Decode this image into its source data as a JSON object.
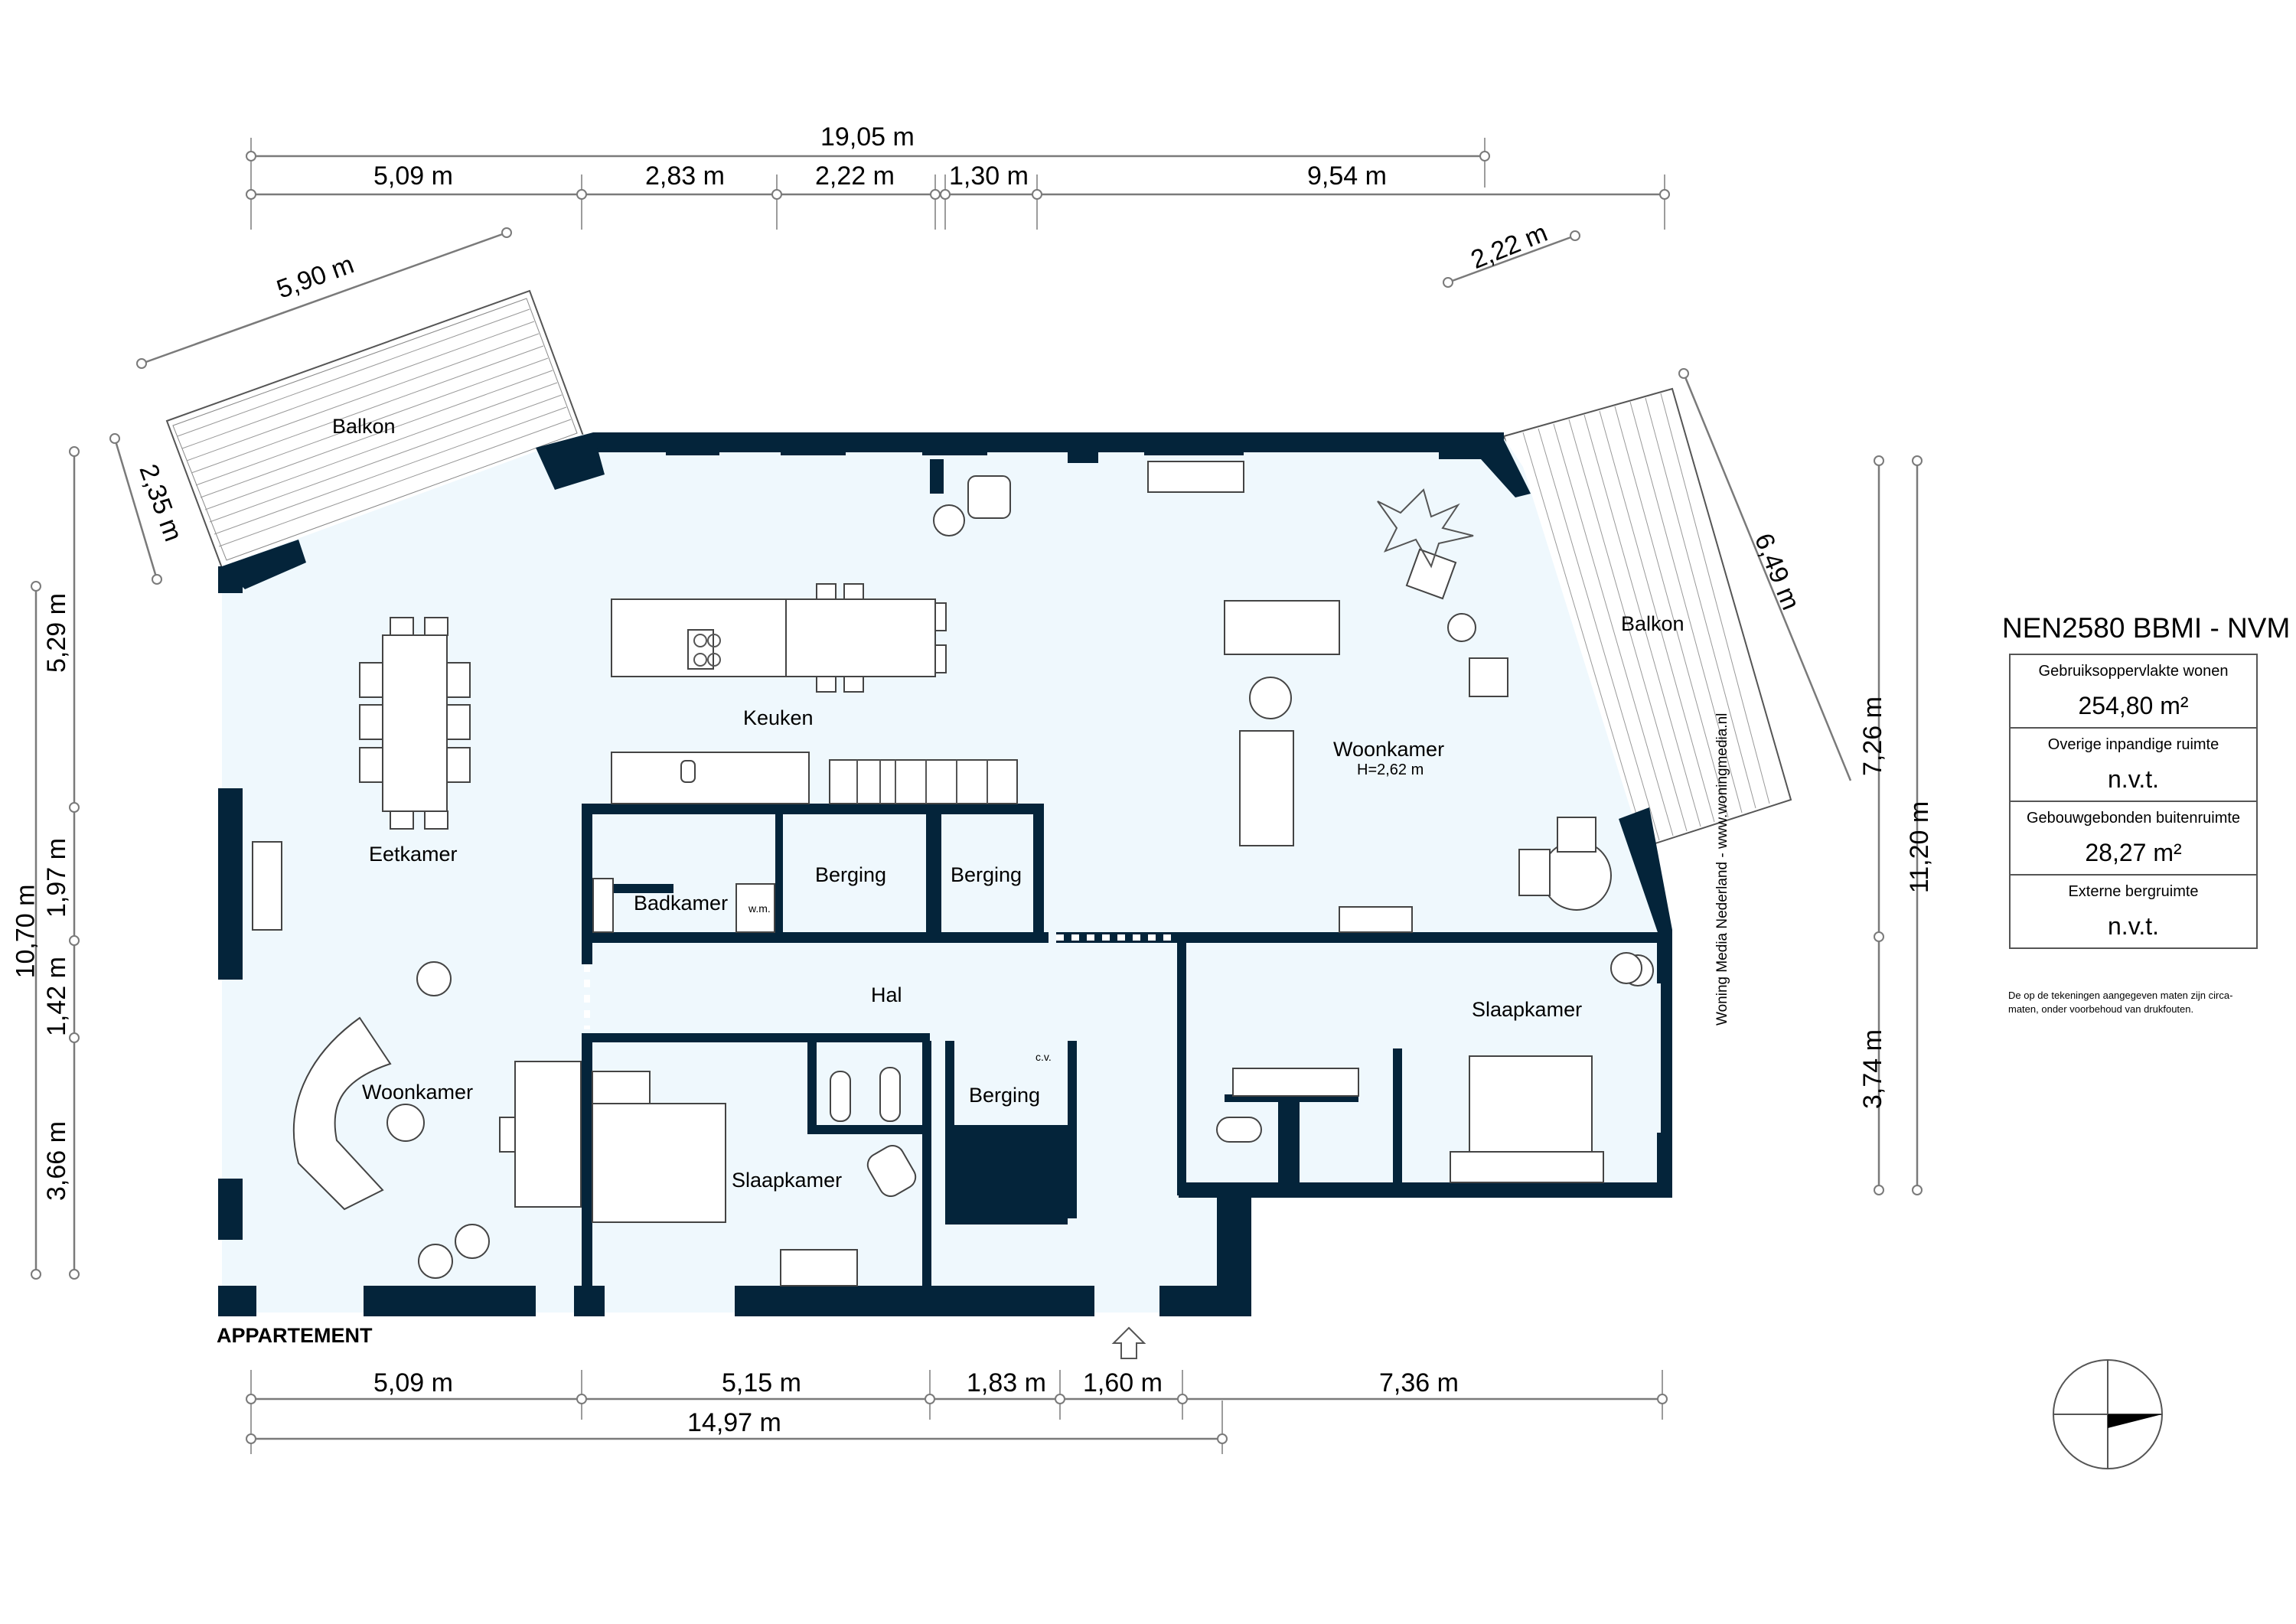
{
  "plan": {
    "level_label": "APPARTEMENT",
    "watermark": "Woning Media Nederland - www.woningmedia.nl",
    "colors": {
      "wall": "#04243a",
      "floor": "#eff8fd",
      "dimension_line": "#7a7a7a"
    }
  },
  "rooms": {
    "balkon_left": "Balkon",
    "balkon_right": "Balkon",
    "keuken": "Keuken",
    "eetkamer": "Eetkamer",
    "woonkamer_main": "Woonkamer",
    "woonkamer_height": "H=2,62 m",
    "badkamer": "Badkamer",
    "wm": "w.m.",
    "berging_1": "Berging",
    "berging_2": "Berging",
    "berging_3": "Berging",
    "cv": "c.v.",
    "hal": "Hal",
    "woonkamer_left": "Woonkamer",
    "slaapkamer_1": "Slaapkamer",
    "slaapkamer_2": "Slaapkamer"
  },
  "dimensions": {
    "top_total": "19,05 m",
    "top_segments": [
      "5,09 m",
      "2,83 m",
      "2,22 m",
      "1,30 m",
      "9,54 m"
    ],
    "balcony_left_length": "5,90 m",
    "balcony_left_depth": "2,35 m",
    "top_right_diag": "2,22 m",
    "balcony_right_length": "6,49 m",
    "left_total": "10,70 m",
    "left_segments": [
      "5,29 m",
      "1,97 m",
      "1,42 m",
      "3,66 m"
    ],
    "right_total": "11,20 m",
    "right_segments": [
      "7,26 m",
      "3,74 m"
    ],
    "bottom_segments": [
      "5,09 m",
      "5,15 m",
      "1,83 m",
      "1,60 m",
      "7,36 m"
    ],
    "bottom_total": "14,97 m"
  },
  "legend": {
    "title": "NEN2580 BBMI - NVM",
    "rows": [
      {
        "caption": "Gebruiksoppervlakte wonen",
        "value": "254,80 m²"
      },
      {
        "caption": "Overige inpandige ruimte",
        "value": "n.v.t."
      },
      {
        "caption": "Gebouwgebonden buitenruimte",
        "value": "28,27 m²"
      },
      {
        "caption": "Externe bergruimte",
        "value": "n.v.t."
      }
    ],
    "disclaimer": "De op de tekeningen aangegeven maten zijn circa-maten, onder voorbehoud van drukfouten."
  },
  "compass": {
    "icon": "north-arrow-icon"
  },
  "entrance": {
    "icon": "entrance-arrow-icon"
  }
}
